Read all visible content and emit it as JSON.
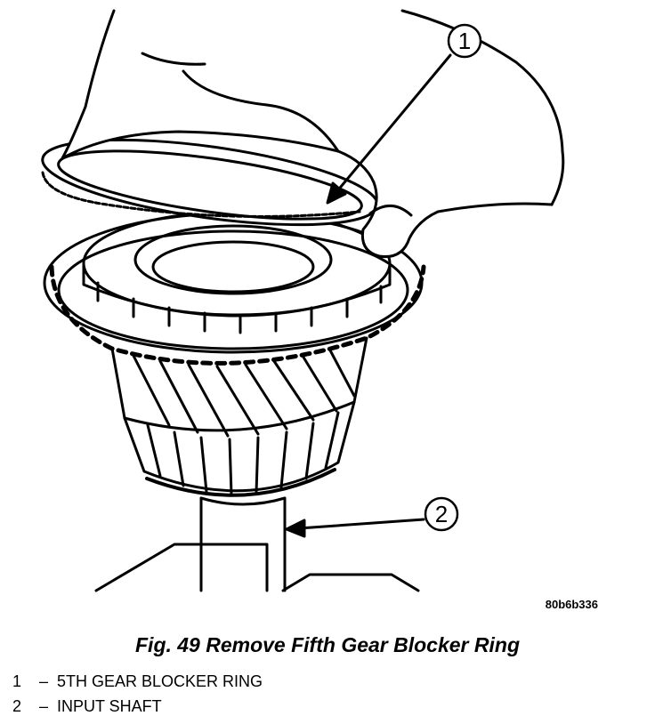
{
  "figure": {
    "caption": "Fig. 49 Remove Fifth Gear Blocker Ring",
    "image_code": "80b6b336",
    "callouts": [
      {
        "number": "1",
        "label": "5TH GEAR BLOCKER RING"
      },
      {
        "number": "2",
        "label": "INPUT SHAFT"
      }
    ],
    "legend_separator": "–"
  }
}
